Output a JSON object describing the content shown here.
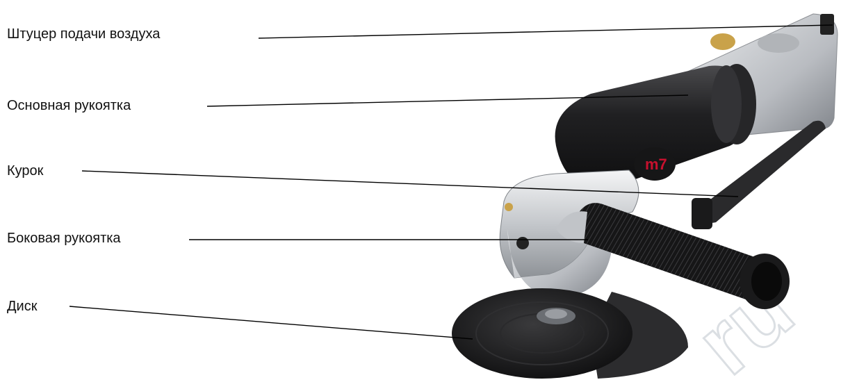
{
  "labels": {
    "air_inlet": "Штуцер подачи воздуха",
    "main_handle": "Основная рукоятка",
    "trigger": "Курок",
    "side_handle": "Боковая рукоятка",
    "disc": "Диск"
  },
  "logo_text": "m7",
  "watermark_text": "ru",
  "colors": {
    "leader_line": "#000000",
    "tool_metal": "#c9ccd0",
    "tool_black": "#1c1c1e",
    "logo_red": "#c8102e",
    "brass": "#c9a24a"
  }
}
